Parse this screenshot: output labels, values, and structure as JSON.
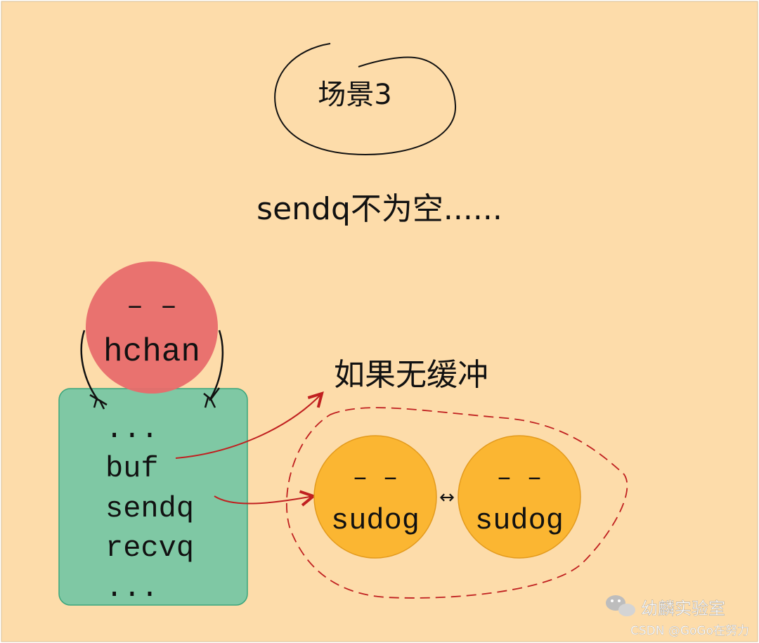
{
  "scene_title": "场景3",
  "subtitle": "sendq不为空......",
  "no_buffer_label": "如果无缓冲",
  "hchan": {
    "face": "–   –",
    "label": "hchan"
  },
  "struct_fields": [
    "...",
    "buf",
    "sendq",
    "recvq",
    "..."
  ],
  "sudogs": [
    {
      "face": "–   –",
      "label": "sudog"
    },
    {
      "face": "–   –",
      "label": "sudog"
    }
  ],
  "link_symbol": "↔",
  "watermark": {
    "brand": "幼麟实验室",
    "credit": "CSDN @GoGo在努力"
  },
  "colors": {
    "background": "#fddcaa",
    "hchan": "#e86b6b",
    "struct_box": "#7fc8a4",
    "struct_border": "#3aa57c",
    "sudog": "#fbb632",
    "sudog_border": "#e39a1c",
    "arrow": "#c02020",
    "ink": "#111111"
  },
  "icons": [
    "wechat-icon"
  ]
}
